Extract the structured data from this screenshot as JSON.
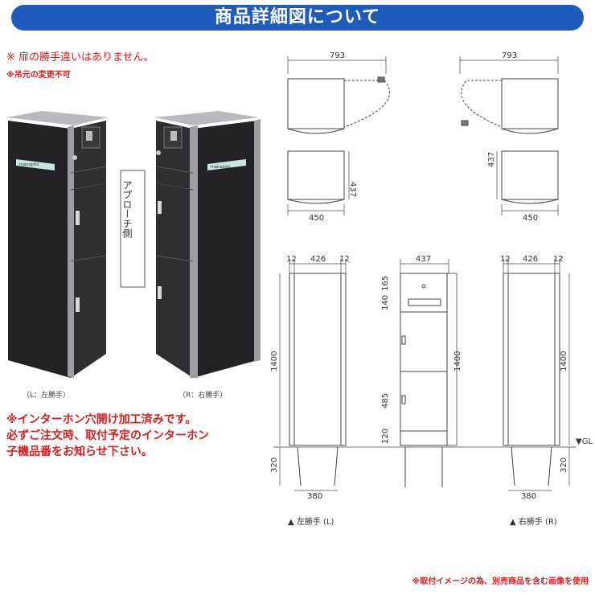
{
  "header": {
    "title": "商品詳細図について"
  },
  "notes": {
    "hand_note": "※ 扉の勝手違いはありません。",
    "hinge_note": "※吊元の変更不可",
    "intercom_line1": "※インターホン穴開け加工済みです。",
    "intercom_line2": "必ずご注文時、取付予定のインターホン",
    "intercom_line3": "子機品番をお知らせ下さい。",
    "footer": "※取付イメージの為、別売商品を含む画像を使用"
  },
  "photos": {
    "left_caption": "（L：左勝手）",
    "right_caption": "（R：右勝手）",
    "approach_label": "アプローチ側",
    "nameplate_text": "marugoto"
  },
  "drawings": {
    "top_view_width": "793",
    "side_view_depth": "437",
    "side_view_width": "450",
    "front_side_margin": "12",
    "front_inner_width": "426",
    "front_height": "1400",
    "stand_height": "320",
    "stand_width": "380",
    "side_top_section": "165",
    "side_mail_section": "140",
    "side_lower_section": "485",
    "side_base_section": "120",
    "gl_label": "▼GL",
    "left_label": "▲ 左勝手 (L)",
    "right_label": "▲ 右勝手 (R)"
  },
  "colors": {
    "header_bg": "#1e5bbb",
    "note_red": "#d42020",
    "cabinet_dark": "#2a2a2c",
    "frame_silver": "#a9abae"
  }
}
